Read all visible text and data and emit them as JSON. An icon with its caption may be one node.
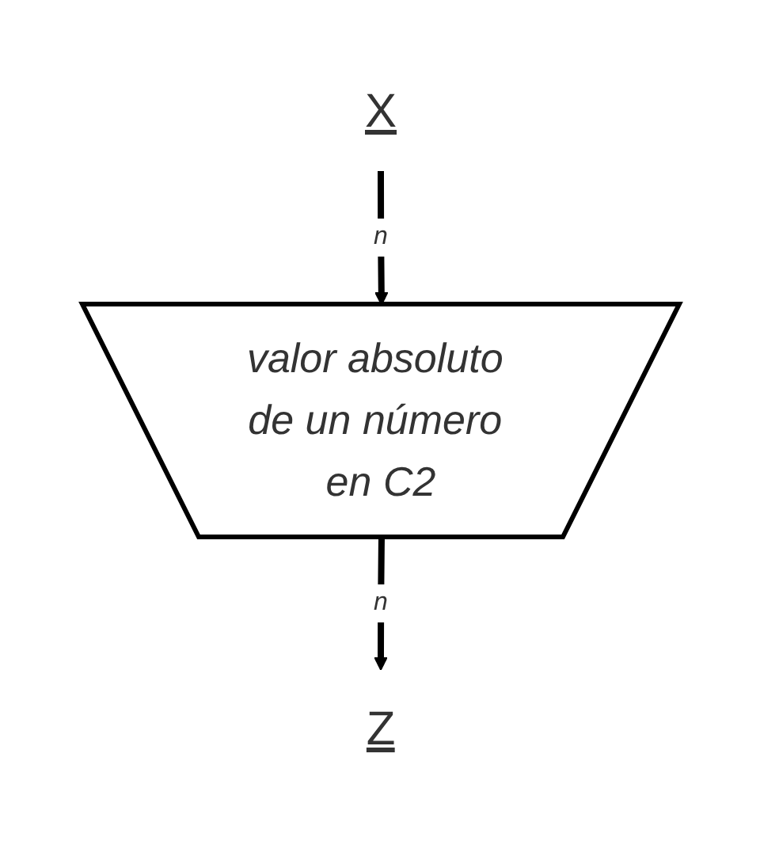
{
  "diagram": {
    "nodes": [
      {
        "text": [
          "X"
        ]
      },
      {
        "text": [
          "valor absoluto de un número en C2"
        ]
      },
      {
        "text": [
          "Z"
        ]
      }
    ],
    "edges": [
      {
        "from": 0,
        "to": 1,
        "arrow": "to",
        "label": "n"
      },
      {
        "from": 1,
        "to": 2,
        "arrow": "to",
        "label": "n"
      }
    ]
  }
}
